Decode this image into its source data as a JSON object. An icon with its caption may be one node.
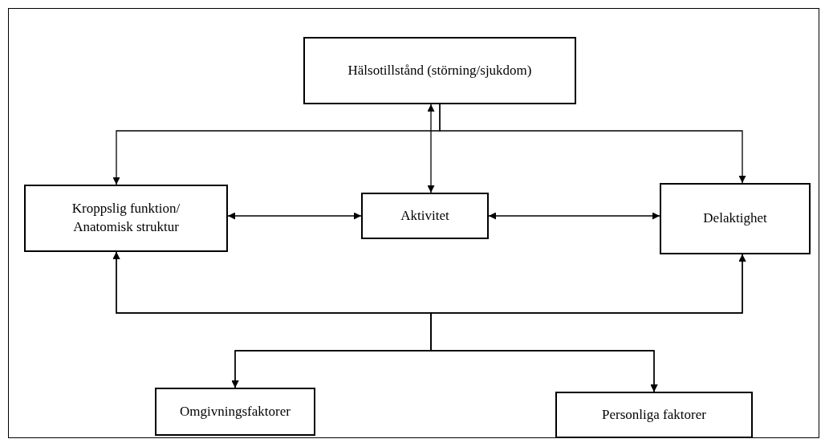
{
  "diagram": {
    "nodes": [
      {
        "text": [
          "Hälsotillstånd (störning/sjukdom)"
        ]
      },
      {
        "text": [
          "Kroppslig funktion/ Anatomisk struktur"
        ]
      },
      {
        "text": [
          "Aktivitet"
        ]
      },
      {
        "text": [
          "Delaktighet"
        ]
      },
      {
        "text": [
          "Omgivningsfaktorer"
        ]
      },
      {
        "text": [
          "Personliga faktorer"
        ]
      }
    ],
    "edges": [
      {
        "from": 0,
        "to": 2,
        "arrow": "both"
      },
      {
        "from": 0,
        "to": 1,
        "arrow": "to"
      },
      {
        "from": 0,
        "to": 3,
        "arrow": "to"
      },
      {
        "from": 1,
        "to": 2,
        "arrow": "both"
      },
      {
        "from": 2,
        "to": 3,
        "arrow": "both"
      },
      {
        "from": 4,
        "to": 1,
        "arrow": "both"
      },
      {
        "from": 4,
        "to": 3,
        "arrow": "both"
      },
      {
        "from": 5,
        "to": 1,
        "arrow": "both"
      },
      {
        "from": 5,
        "to": 3,
        "arrow": "both"
      }
    ]
  }
}
